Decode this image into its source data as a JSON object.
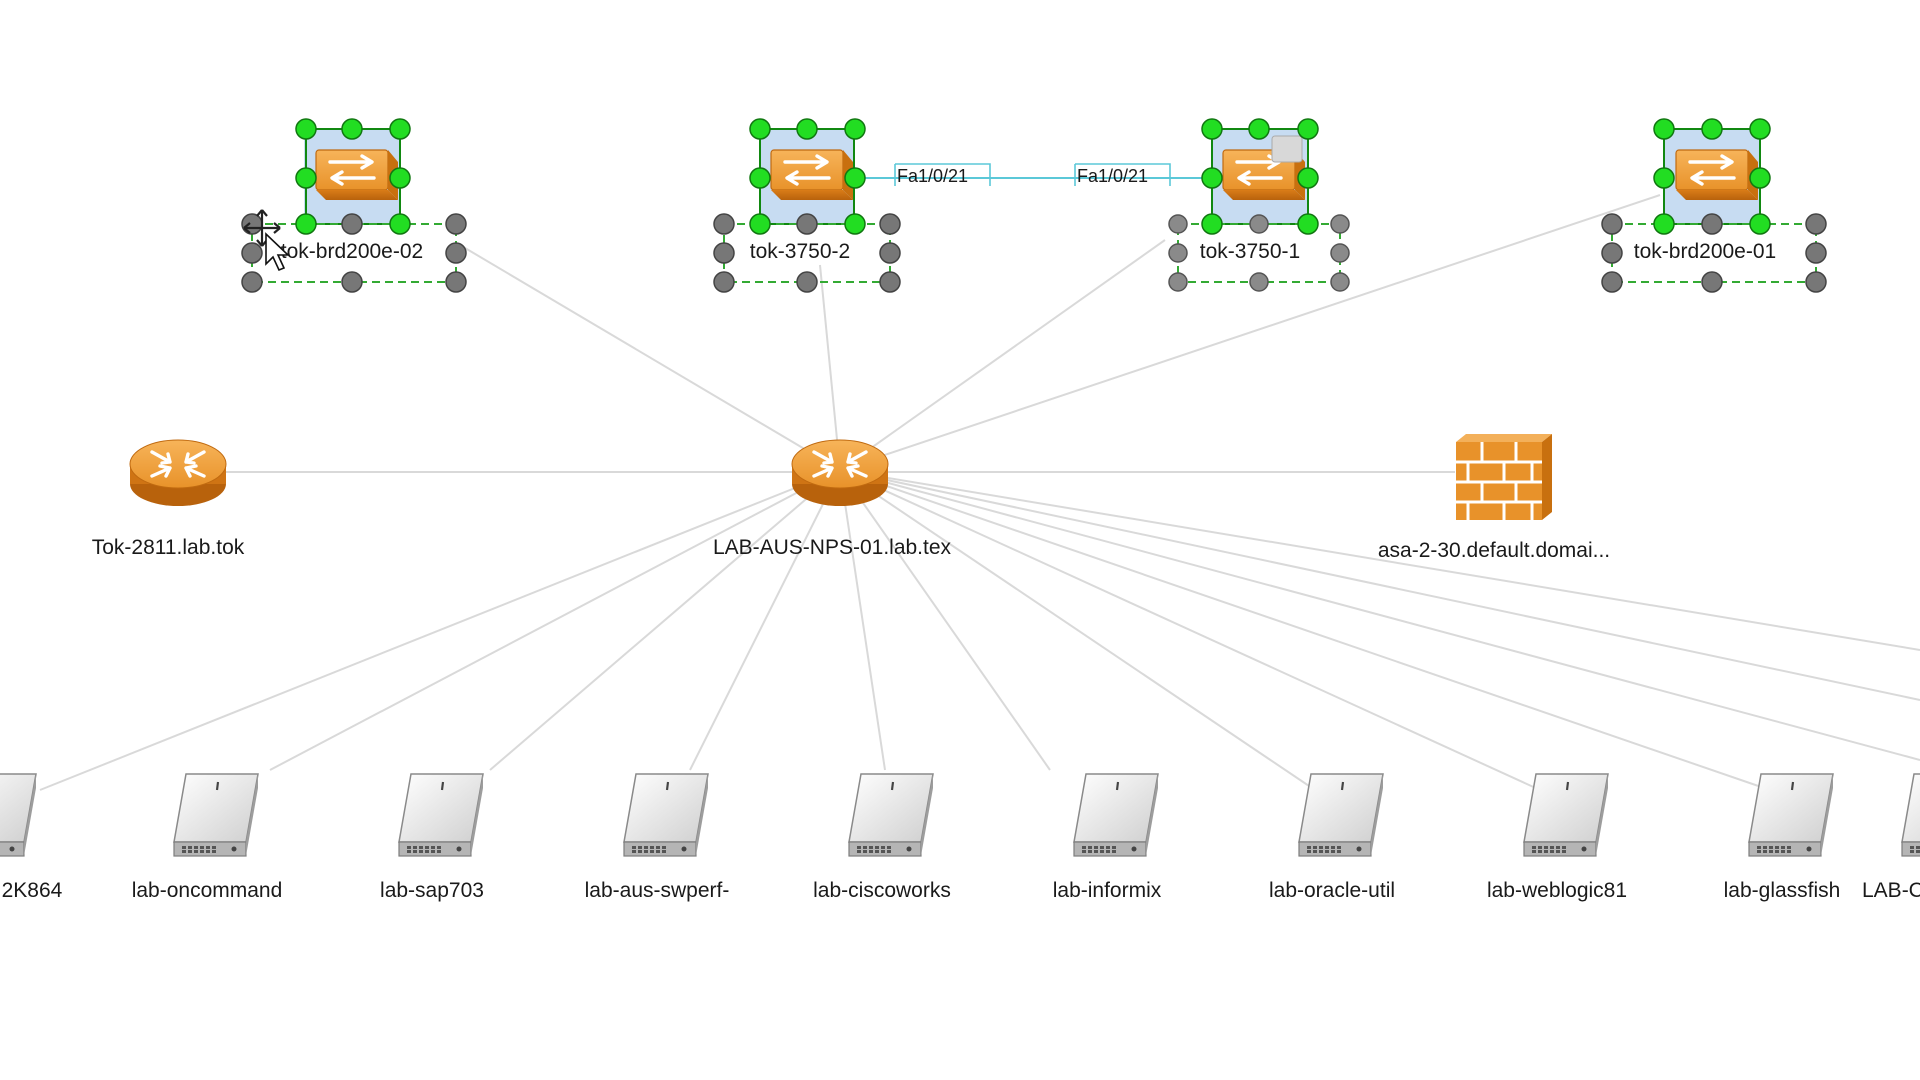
{
  "topology": {
    "switches": [
      {
        "id": "tok-brd200e-02",
        "label": "tok-brd200e-02"
      },
      {
        "id": "tok-3750-2",
        "label": "tok-3750-2"
      },
      {
        "id": "tok-3750-1",
        "label": "tok-3750-1"
      },
      {
        "id": "tok-brd200e-01",
        "label": "tok-brd200e-01"
      }
    ],
    "routers": [
      {
        "id": "tok-2811",
        "label": "Tok-2811.lab.tok"
      },
      {
        "id": "lab-aus-nps-01",
        "label": "LAB-AUS-NPS-01.lab.tex"
      }
    ],
    "firewalls": [
      {
        "id": "asa-2-30",
        "label": "asa-2-30.default.domai..."
      }
    ],
    "servers": [
      {
        "id": "srv-0",
        "label": "2K864"
      },
      {
        "id": "srv-1",
        "label": "lab-oncommand"
      },
      {
        "id": "srv-2",
        "label": "lab-sap703"
      },
      {
        "id": "srv-3",
        "label": "lab-aus-swperf-"
      },
      {
        "id": "srv-4",
        "label": "lab-ciscoworks"
      },
      {
        "id": "srv-5",
        "label": "lab-informix"
      },
      {
        "id": "srv-6",
        "label": "lab-oracle-util"
      },
      {
        "id": "srv-7",
        "label": "lab-weblogic81"
      },
      {
        "id": "srv-8",
        "label": "lab-glassfish"
      },
      {
        "id": "srv-9",
        "label": "LAB-C"
      }
    ],
    "port_link": {
      "from": "tok-3750-2",
      "to": "tok-3750-1",
      "from_port": "Fa1/0/21",
      "to_port": "Fa1/0/21",
      "color": "#5bc8d8"
    },
    "colors": {
      "device_orange": "#e8922a",
      "selection_green": "#22dd22",
      "handle_gray": "#777777",
      "link_gray": "#d6d6d6"
    },
    "icons": {
      "switch": "switch-icon",
      "router": "router-icon",
      "firewall": "firewall-icon",
      "server": "server-icon",
      "cursor": "move-cursor-icon"
    }
  }
}
